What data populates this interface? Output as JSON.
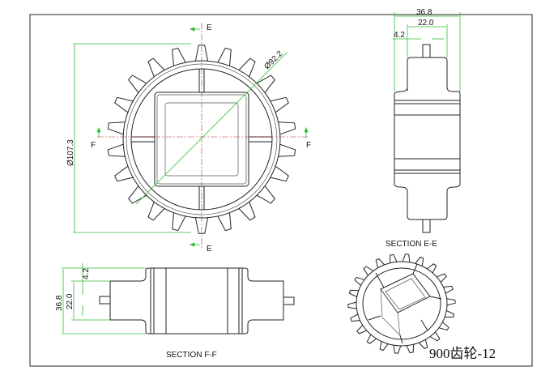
{
  "front_view": {
    "section_marks": {
      "e_top": "E",
      "e_bottom": "E",
      "f_left": "F",
      "f_right": "F"
    },
    "dim_outer": "Ø107.3",
    "dim_inner": "Ø92.2",
    "teeth": 22
  },
  "section_e": {
    "label": "SECTION E-E",
    "dim_total": "36.8",
    "dim_hub": "22.0",
    "dim_offset": "4.2"
  },
  "section_f": {
    "label": "SECTION F-F",
    "dim_total": "36.8",
    "dim_hub": "22.0",
    "dim_offset": "4.2"
  },
  "title": "900齿轮-12",
  "colors": {
    "dimension": "#33bb33",
    "centerline": "#bb3333",
    "line": "#222222"
  }
}
